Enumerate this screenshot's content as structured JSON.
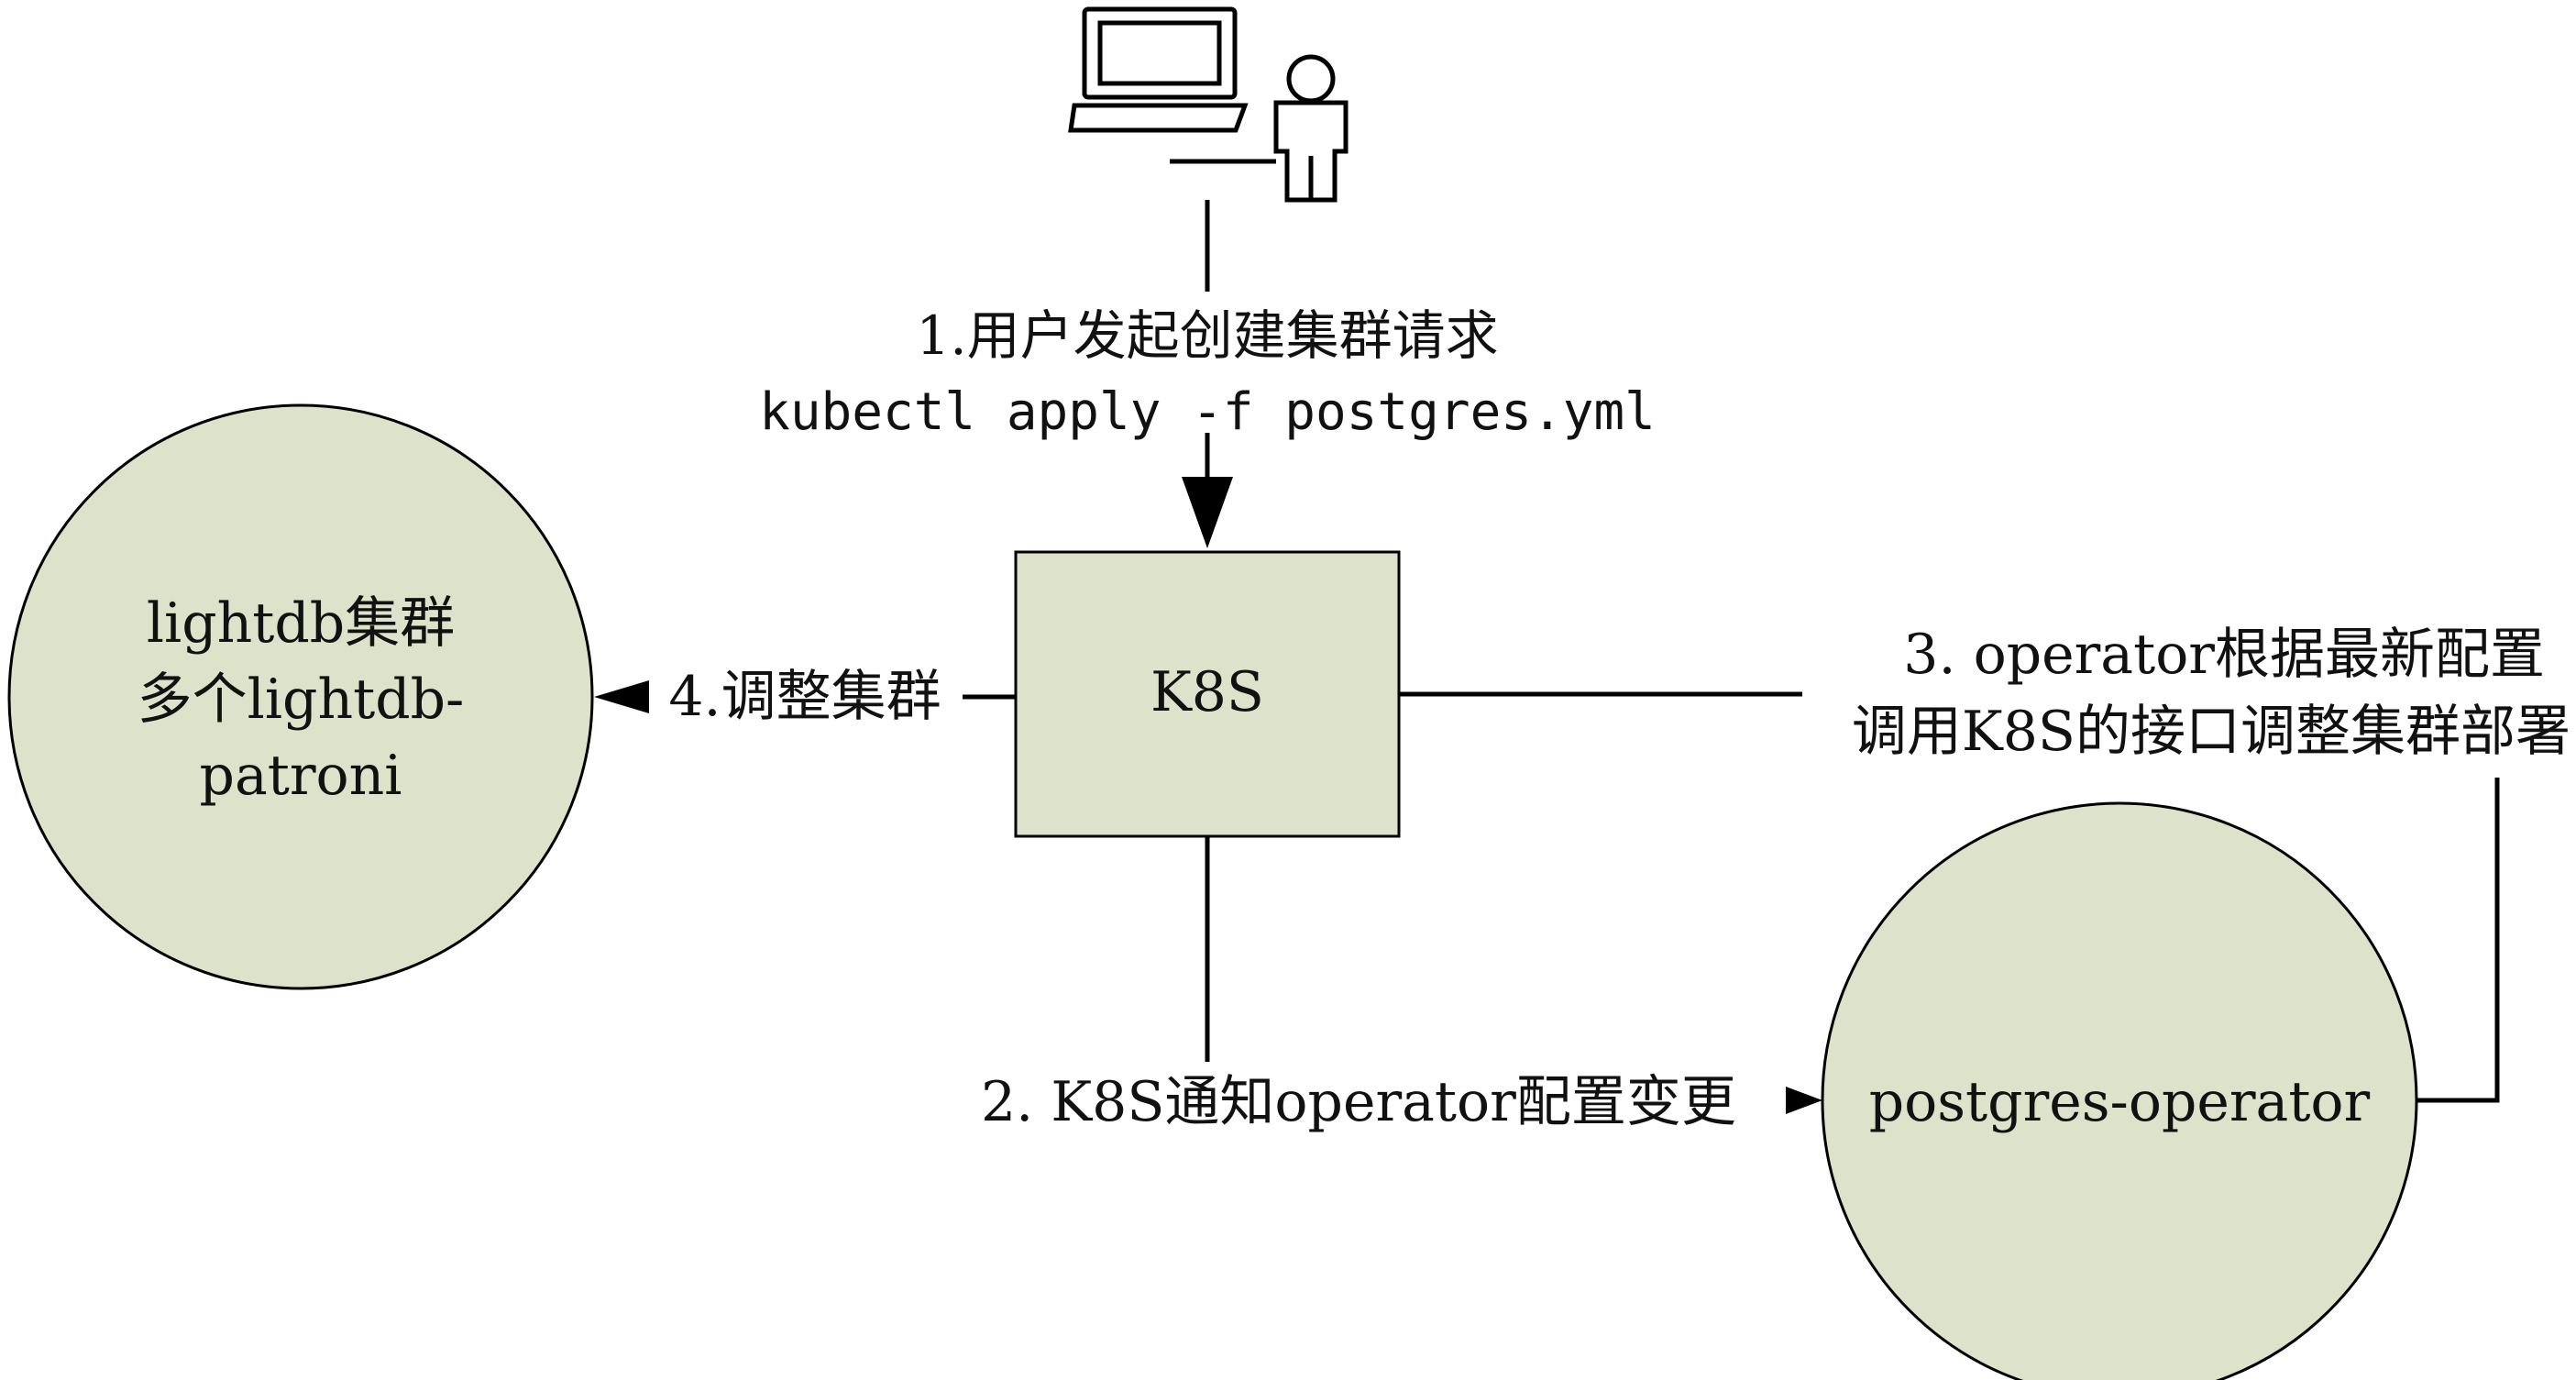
{
  "colors": {
    "node_fill": "#dde2cb",
    "stroke": "#000000",
    "text": "#111111",
    "background": "#ffffff"
  },
  "icons": {
    "computer": "laptop-icon",
    "user": "person-icon"
  },
  "nodes": {
    "k8s": {
      "label": "K8S"
    },
    "lightdb": {
      "line1": "lightdb集群",
      "line2": "多个lightdb-",
      "line3": "patroni"
    },
    "operator": {
      "label": "postgres-operator"
    }
  },
  "edges": {
    "step1": {
      "line1": "1.用户发起创建集群请求",
      "line2": "kubectl apply -f postgres.yml"
    },
    "step2": {
      "label": "2. K8S通知operator配置变更"
    },
    "step3": {
      "line1": "3. operator根据最新配置",
      "line2": "调用K8S的接口调整集群部署"
    },
    "step4": {
      "label": "4.调整集群"
    }
  }
}
